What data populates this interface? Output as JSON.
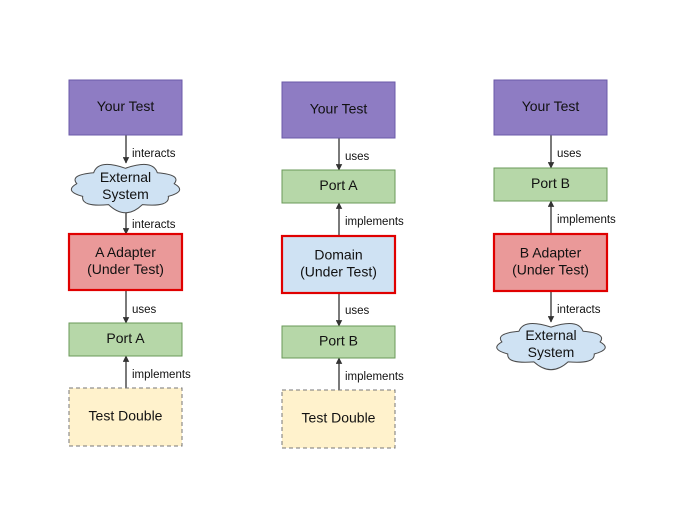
{
  "colors": {
    "test": "#8e7cc3",
    "test_border": "#6b5aa8",
    "port": "#b6d7a8",
    "port_border": "#6a9a58",
    "adapter": "#ea9999",
    "adapter_border": "#e00000",
    "domain": "#cfe2f3",
    "domain_border": "#e00000",
    "double": "#fff2cc",
    "double_border": "#777777",
    "cloud": "#cfe2f3",
    "cloud_border": "#4a4a4a",
    "arrow": "#333333"
  },
  "columns": [
    {
      "nodes": [
        {
          "label": "Your Test",
          "kind": "test"
        },
        {
          "label": "External\nSystem",
          "kind": "cloud"
        },
        {
          "label": "A Adapter\n(Under Test)",
          "kind": "adapter"
        },
        {
          "label": "Port A",
          "kind": "port"
        },
        {
          "label": "Test Double",
          "kind": "double"
        }
      ],
      "edges": [
        {
          "label": "interacts",
          "direction": "down"
        },
        {
          "label": "interacts",
          "direction": "down"
        },
        {
          "label": "uses",
          "direction": "down"
        },
        {
          "label": "implements",
          "direction": "up"
        }
      ]
    },
    {
      "nodes": [
        {
          "label": "Your Test",
          "kind": "test"
        },
        {
          "label": "Port A",
          "kind": "port"
        },
        {
          "label": "Domain\n(Under Test)",
          "kind": "domain"
        },
        {
          "label": "Port B",
          "kind": "port"
        },
        {
          "label": "Test Double",
          "kind": "double"
        }
      ],
      "edges": [
        {
          "label": "uses",
          "direction": "down"
        },
        {
          "label": "implements",
          "direction": "up"
        },
        {
          "label": "uses",
          "direction": "down"
        },
        {
          "label": "implements",
          "direction": "up"
        }
      ]
    },
    {
      "nodes": [
        {
          "label": "Your Test",
          "kind": "test"
        },
        {
          "label": "Port B",
          "kind": "port"
        },
        {
          "label": "B Adapter\n(Under Test)",
          "kind": "adapter"
        },
        {
          "label": "External\nSystem",
          "kind": "cloud"
        }
      ],
      "edges": [
        {
          "label": "uses",
          "direction": "down"
        },
        {
          "label": "implements",
          "direction": "up"
        },
        {
          "label": "interacts",
          "direction": "down"
        }
      ]
    }
  ]
}
